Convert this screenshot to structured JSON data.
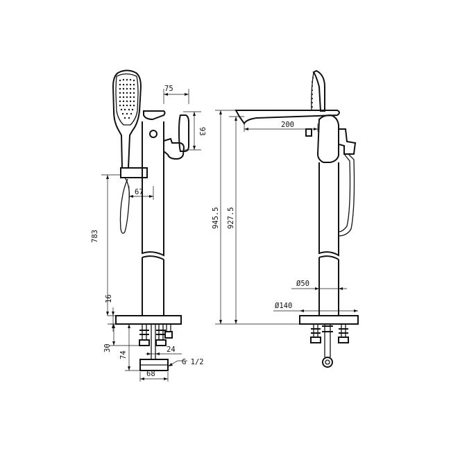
{
  "dimensions": {
    "left_view": {
      "spout_offset": "75",
      "handle_height": "93",
      "holder_offset": "67",
      "holder_height": "783",
      "base_thickness": "16",
      "drop_30": "30",
      "drop_74": "74",
      "pipe_width": "24",
      "connector_width": "68",
      "thread": "G 1/2"
    },
    "right_view": {
      "spout_reach": "200",
      "total_height": "945.5",
      "spout_height": "927.5",
      "column_diameter": "Ø50",
      "base_diameter": "Ø140"
    }
  },
  "colors": {
    "line": "#111111",
    "background": "#ffffff"
  }
}
